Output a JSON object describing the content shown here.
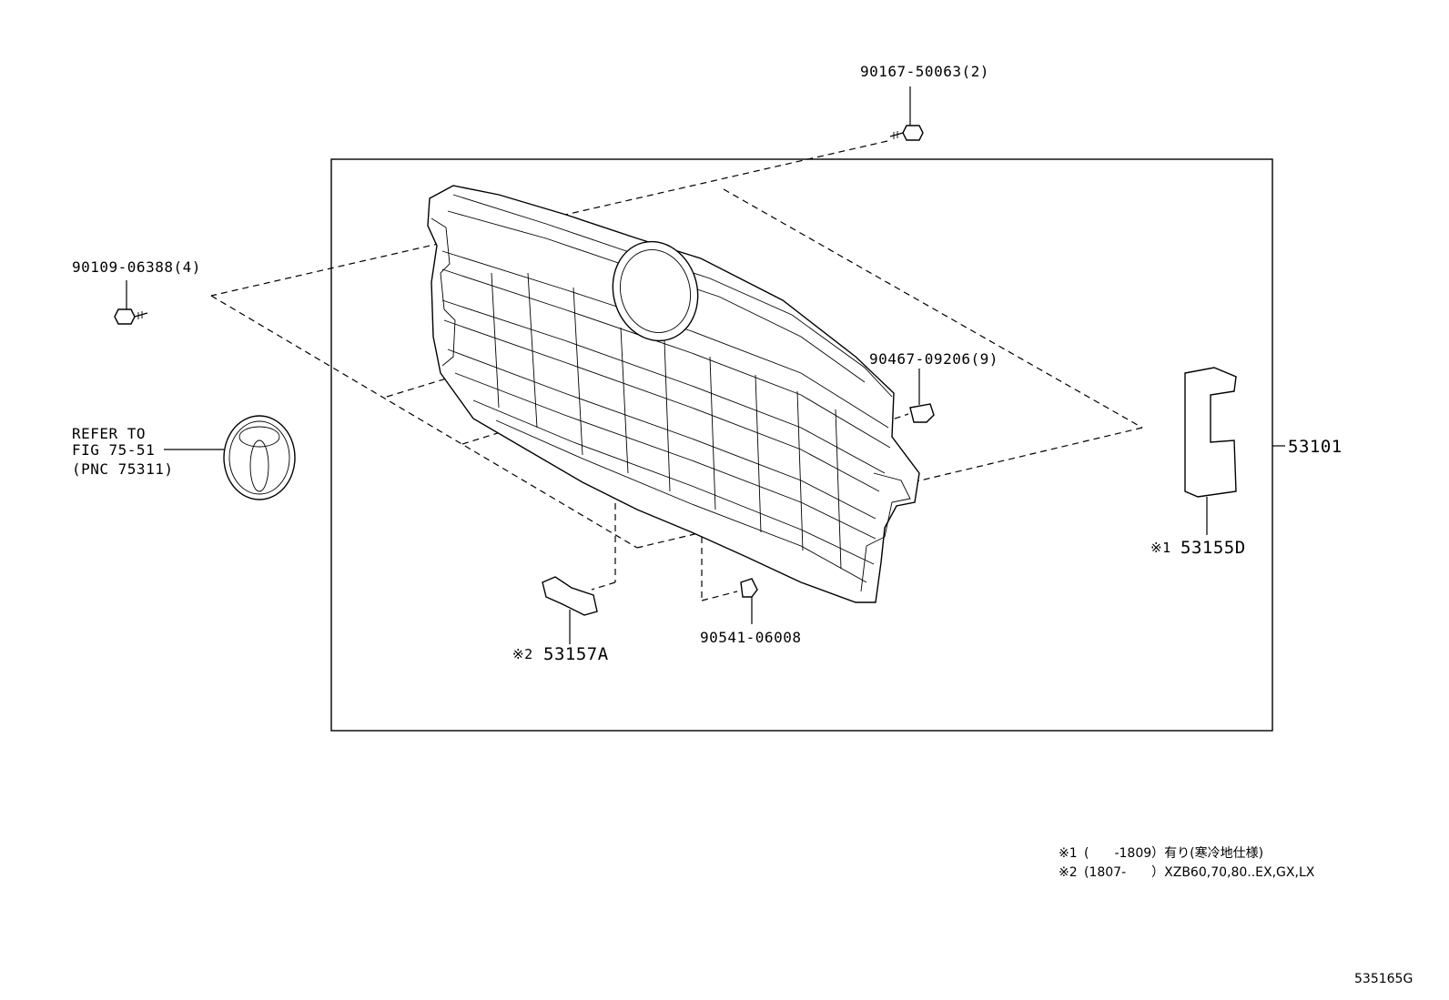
{
  "callouts": {
    "bolt_top": "90167-50063(2)",
    "screw_left": "90109-06388(4)",
    "clip_right": "90467-09206(9)",
    "grille_assy": "53101",
    "refer_line1": "REFER TO",
    "refer_line2": "FIG 75-51",
    "refer_line3": "(PNC 75311)",
    "seal_right_mark": "※1",
    "seal_right": "53155D",
    "seal_bottom_mark": "※2",
    "seal_bottom": "53157A",
    "clip_bottom": "90541-06008"
  },
  "notes": {
    "note1_mark": "※1",
    "note1_text": "(　　-1809）有り(寒冷地仕様)",
    "note2_mark": "※2",
    "note2_text": "(1807-　　）XZB60,70,80..EX,GX,LX"
  },
  "figure_code": "535165G"
}
